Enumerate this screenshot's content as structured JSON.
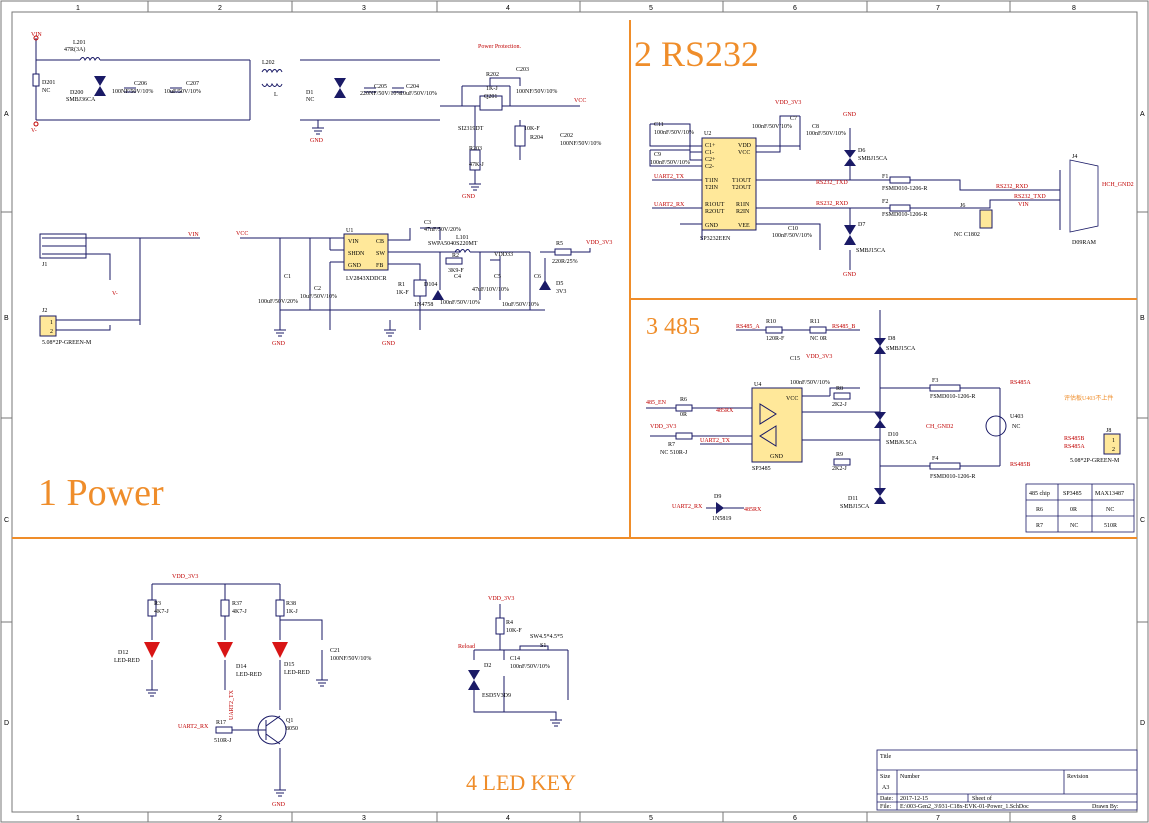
{
  "frame": {
    "col_numbers": [
      "1",
      "2",
      "3",
      "4",
      "5",
      "6",
      "7",
      "8"
    ],
    "row_letters": [
      "A",
      "B",
      "C",
      "D"
    ]
  },
  "sections": {
    "power": "1 Power",
    "rs232": "2 RS232",
    "rs485": "3 485",
    "ledkey": "4 LED KEY"
  },
  "notes": {
    "power_protection": "Power Protection.",
    "eval_board": "评估板U403不上件"
  },
  "power": {
    "nets": {
      "vin": "VIN",
      "vminus": "V-",
      "vcc": "VCC",
      "vdd3v3": "VDD_3V3",
      "vdd33": "VDD33",
      "gnd": "GND"
    },
    "parts": {
      "d201": "D201",
      "d201_val": "NC",
      "l201": "L201",
      "l201_val": "47R(3A)",
      "d200": "D200",
      "d200_val": "SMBJ36CA",
      "c206": "C206",
      "c206_val": "100NF/50V/10%",
      "c207": "C207",
      "c207_val": "10uF/50V/10%",
      "l202": "L202",
      "l202_val": "L",
      "d1": "D1",
      "d1_val": "NC",
      "c205": "C205",
      "c205_val": "220NF/50V/10%",
      "c204": "C204",
      "c204_val": "10uF/50V/10%",
      "r202": "R202",
      "r202_val": "1K-J",
      "c203": "C203",
      "c203_val": "100NF/50V/10%",
      "q201": "Q201",
      "q201_val": "SI2319DT",
      "r204": "R204",
      "r204_val": "10K-F",
      "c202": "C202",
      "c202_val": "100NF/50V/10%",
      "r203": "R203",
      "r203_val": "47K-J",
      "j1": "J1",
      "j2": "J2",
      "j2_val": "5.08*2P-GREEN-M",
      "u1": "U1",
      "u1_part": "LV2843XDDCR",
      "u1_pins": [
        "VIN",
        "CB",
        "SHDN",
        "SW",
        "GND",
        "FB"
      ],
      "c1": "C1",
      "c1_val": "100uF/50V/20%",
      "c2": "C2",
      "c2_val": "10uF/50V/10%",
      "c3": "C3",
      "c3_val": "47nF/50V/20%",
      "l101": "L101",
      "l101_val": "SWPA5040S220MT",
      "r2": "R2",
      "r2_val": "3K9-F",
      "r1": "R1",
      "r1_val": "1K-F",
      "d104": "D104",
      "d104_val": "1N4758",
      "c4": "C4",
      "c4_val": "100nF/50V/10%",
      "c5": "C5",
      "c5_val": "47uF/10V/10%",
      "c6": "C6",
      "c6_val": "10uF/50V/10%",
      "r5": "R5",
      "r5_val": "220R/25%",
      "d5": "D5",
      "d5_val": "3V3"
    }
  },
  "rs232": {
    "u2": "U2",
    "u2_part": "SP3232EEN",
    "u2_pins_left": [
      "C1+",
      "C1-",
      "C2+",
      "C2-",
      "T1IN",
      "T2IN",
      "R1OUT",
      "R2OUT",
      "GND"
    ],
    "u2_pins_right": [
      "VDD",
      "VCC",
      "T1OUT",
      "T2OUT",
      "R1IN",
      "R2IN",
      "VEE"
    ],
    "c11": "C11",
    "c11_val": "100nF/50V/10%",
    "c9": "C9",
    "c9_val": "100nF/50V/10%",
    "c7": "C7",
    "c7_val": "100nF/50V/10%",
    "c8": "C8",
    "c8_val": "100nF/50V/10%",
    "c10": "C10",
    "c10_val": "100nF/50V/10%",
    "d6": "D6",
    "d6_val": "SMBJ15CA",
    "d7": "D7",
    "d7_val": "SMBJ15CA",
    "f1": "F1",
    "f1_val": "FSMD010-1206-R",
    "f2": "F2",
    "f2_val": "FSMD010-1206-R",
    "j4": "J4",
    "j4_val": "D09RAM",
    "j6": "J6",
    "j6_val": "NC C1802",
    "nets": {
      "uart2_tx": "UART2_TX",
      "uart2_rx": "UART2_RX",
      "vdd3v3": "VDD_3V3",
      "gnd": "GND",
      "rs232_txd": "RS232_TXD",
      "rs232_rxd": "RS232_RXD",
      "rs232_rxd_r": "RS232_RXD",
      "rs232_txd_r": "RS232_TXD",
      "ch_gnd": "HCH_GND2",
      "vin": "VIN"
    }
  },
  "rs485": {
    "r10": "R10",
    "r10_val": "120R-F",
    "r11": "R11",
    "r11_val": "NC 0R",
    "c15": "C15",
    "c15_val": "100nF/50V/10%",
    "u4": "U4",
    "u4_part": "SP3485",
    "u4_pins": [
      "VCC",
      "GND"
    ],
    "r6": "R6",
    "r6_val": "0R",
    "r7": "R7",
    "r7_val": "NC 510R-J",
    "r8": "R8",
    "r8_val": "2K2-J",
    "r9": "R9",
    "r9_val": "2K2-J",
    "d8": "D8",
    "d8_val": "SMBJ15CA",
    "d10": "D10",
    "d10_val": "SMBJ6.5CA",
    "d11": "D11",
    "d11_val": "SMBJ15CA",
    "d9": "D9",
    "d9_val": "1N5819",
    "f3": "F3",
    "f3_val": "FSMD010-1206-R",
    "f4": "F4",
    "f4_val": "FSMD010-1206-R",
    "u403": "U403",
    "u403_val": "NC",
    "j8": "J8",
    "j8_val": "5.08*2P-GREEN-M",
    "nets": {
      "rs485_a": "RS485_A",
      "rs485_b": "RS485_B",
      "en": "485_EN",
      "rsrx": "485RX",
      "uart2_tx": "UART2_TX",
      "uart2_rx": "UART2_RX",
      "vdd3v3": "VDD_3V3",
      "rs485a": "RS485A",
      "rs485b": "RS485B",
      "ch_gnd2": "CH_GND2",
      "j8_b": "RS485B",
      "j8_a": "RS485A"
    },
    "table": {
      "header": [
        "485 chip",
        "SP3485",
        "MAX13487"
      ],
      "rows": [
        [
          "R6",
          "0R",
          "NC"
        ],
        [
          "R7",
          "NC",
          "510R"
        ]
      ]
    }
  },
  "ledkey": {
    "r3": "R3",
    "r3_val": "4K7-J",
    "r37": "R37",
    "r37_val": "4K7-J",
    "r38": "R38",
    "r38_val": "1K-J",
    "d12": "D12",
    "d12_val": "LED-RED",
    "d14": "D14",
    "d14_val": "LED-RED",
    "d15": "D15",
    "d15_val": "LED-RED",
    "c21": "C21",
    "c21_val": "100NF/50V/10%",
    "r17": "R17",
    "r17_val": "510R-J",
    "q1": "Q1",
    "q1_val": "8050",
    "r4": "R4",
    "r4_val": "10K-F",
    "s1": "S1",
    "s1_val": "SW4.5*4.5*5",
    "c14": "C14",
    "c14_val": "100nF/50V/10%",
    "d2": "D2",
    "d2_val": "ESD5V3D9",
    "reload": "Reload",
    "nets": {
      "vdd3v3": "VDD_3V3",
      "uart2_tx": "UART2_TX",
      "uart2_rx": "UART2_RX",
      "gnd": "GND"
    }
  },
  "titleblock": {
    "title": "Title",
    "size_lbl": "Size",
    "size_val": "A3",
    "number_lbl": "Number",
    "revision_lbl": "Revision",
    "date_lbl": "Date:",
    "date_val": "2017-12-15",
    "file_lbl": "File:",
    "file_val": "E:\\003-Gen2_3\\931-C18x-EVK-01-Power_1.SchDoc",
    "sheet_lbl": "Sheet  of",
    "drawn_lbl": "Drawn By:"
  }
}
